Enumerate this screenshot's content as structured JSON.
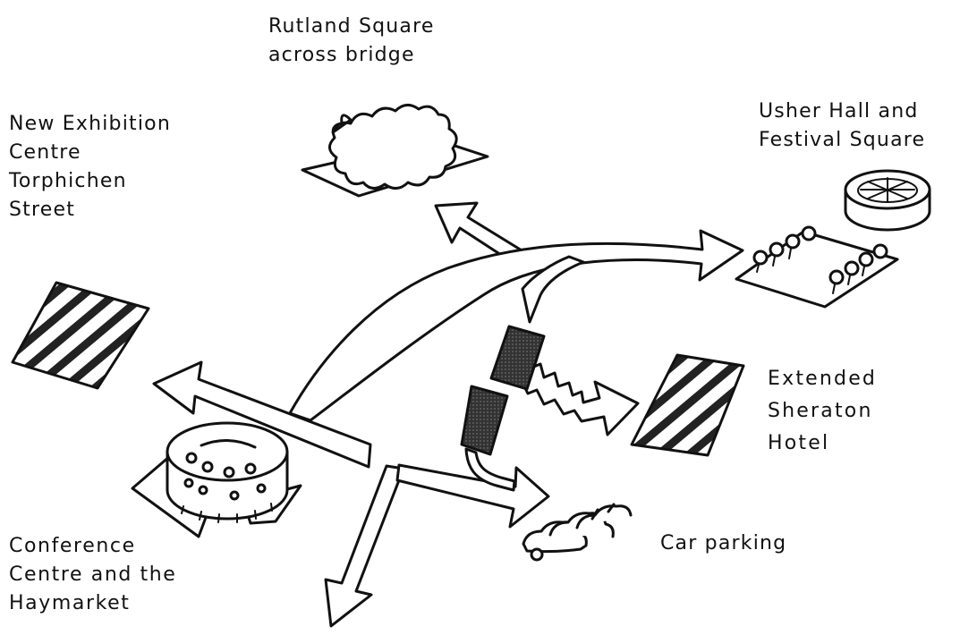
{
  "labels": {
    "rutland": {
      "line1": "Rutland Square",
      "line2": "across bridge"
    },
    "usher": {
      "line1": "Usher Hall and",
      "line2": "Festival Square"
    },
    "exhibition": {
      "line1": "New Exhibition",
      "line2": "Centre",
      "line3": "Torphichen",
      "line4": "Street"
    },
    "sheraton": {
      "line1": "Extended",
      "line2": "Sheraton",
      "line3": "Hotel"
    },
    "car": {
      "line1": "Car parking"
    },
    "conference": {
      "line1": "Conference",
      "line2": "Centre and the",
      "line3": "Haymarket"
    }
  },
  "colors": {
    "ink": "#111111",
    "paper": "#ffffff",
    "hatch": "#222222"
  }
}
